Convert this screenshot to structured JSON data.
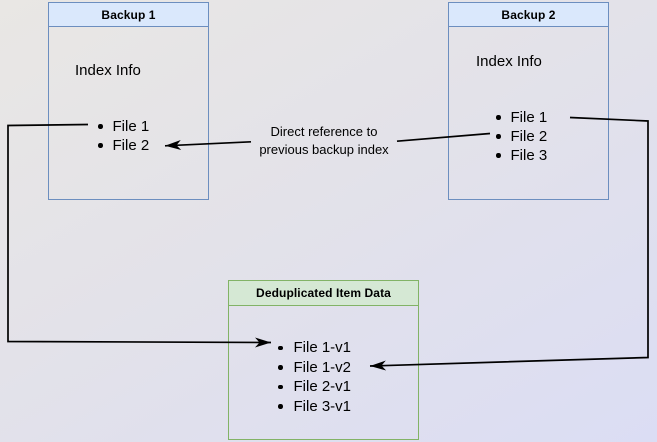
{
  "diagram": {
    "backup1": {
      "title": "Backup 1",
      "subtitle": "Index Info",
      "items": [
        "File 1",
        "File 2"
      ]
    },
    "backup2": {
      "title": "Backup 2",
      "subtitle": "Index Info",
      "items": [
        "File 1",
        "File 2",
        "File 3"
      ]
    },
    "dedup": {
      "title": "Deduplicated Item Data",
      "items": [
        "File 1-v1",
        "File 1-v2",
        "File 2-v1",
        "File 3-v1"
      ]
    },
    "edge_label": {
      "line1": "Direct reference to",
      "line2": "previous backup index"
    },
    "colors": {
      "blue_fill": "#dae8fc",
      "blue_stroke": "#6c8ebf",
      "green_fill": "#d5e8d4",
      "green_stroke": "#82b366",
      "arrow_color": "#000000",
      "text_color": "#000000",
      "bg_start": "#e9e7e4",
      "bg_mid": "#e3e2e9",
      "bg_end": "#dbddf4"
    }
  }
}
